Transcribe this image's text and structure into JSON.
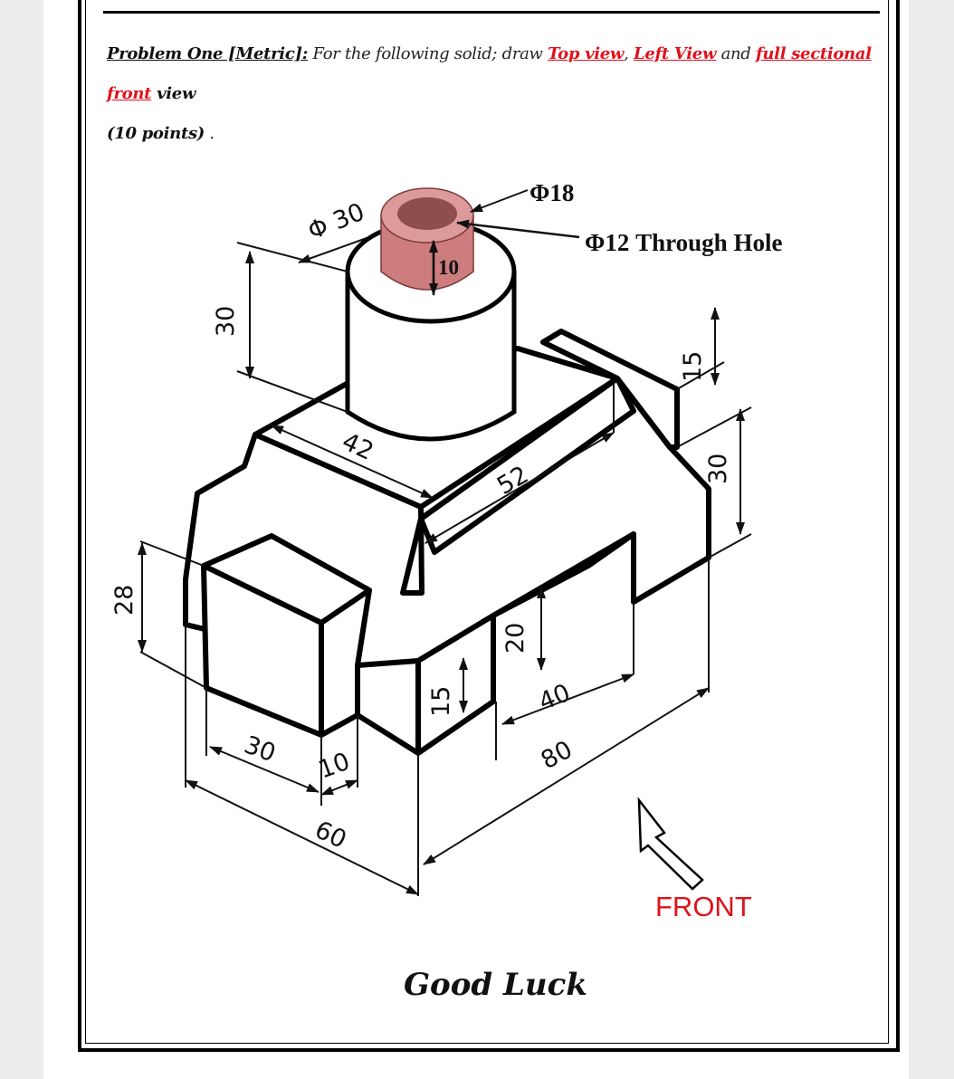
{
  "header": {
    "lead": "Problem One [Metric]:",
    "text_before": " For the following solid; draw ",
    "top_view": "Top view",
    "comma": ", ",
    "left_view": "Left View",
    "and_text": " and ",
    "full_sectional_front": "full sectional front",
    "view_word": " view",
    "points": "(10 points)",
    "period": " ."
  },
  "dimensions": {
    "phi30": "Φ 30",
    "phi18": "Φ18",
    "through_hole": "Φ12 Through Hole",
    "d10_top": "10",
    "d30_left": "30",
    "d42": "42",
    "d52": "52",
    "d15_right": "15",
    "d30_right": "30",
    "d28": "28",
    "d20": "20",
    "d15_mid": "15",
    "d40": "40",
    "d30_bottom": "30",
    "d10_bottom": "10",
    "d80": "80",
    "d60": "60"
  },
  "front_label": "FRONT",
  "footer": "Good Luck",
  "colors": {
    "accent_red": "#e0121b",
    "tube_fill": "#cd7d7d",
    "tube_hole": "#8e4e4e"
  }
}
